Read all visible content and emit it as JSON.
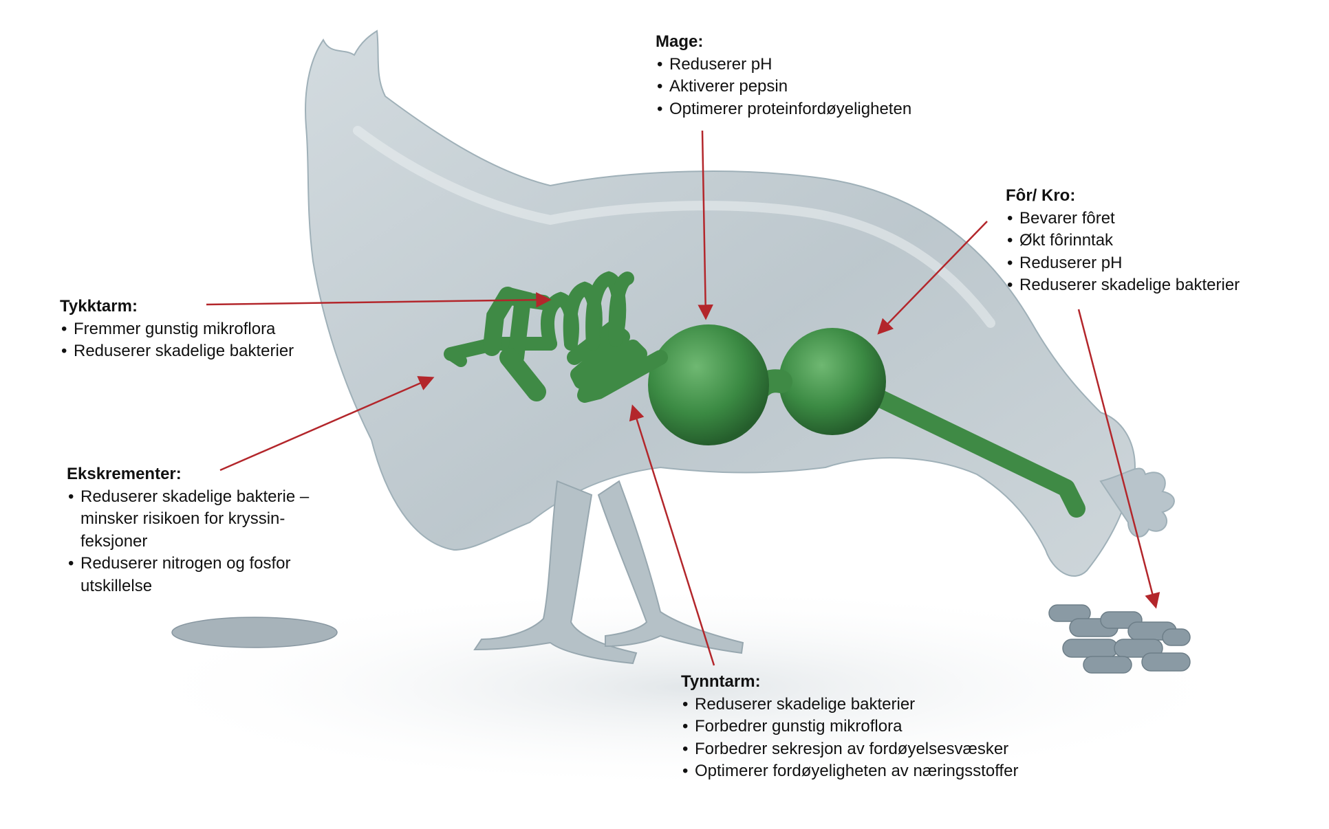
{
  "colors": {
    "arrow": "#b3262b",
    "organs": "#3f8a45",
    "body": "#b8c4cb"
  },
  "labels": {
    "mage": {
      "title": "Mage:",
      "items": [
        "Reduserer pH",
        "Aktiverer pepsin",
        "Optimerer proteinfordøyeligheten"
      ]
    },
    "for_kro": {
      "title": "Fôr/ Kro:",
      "items": [
        "Bevarer fôret",
        "Økt fôrinntak",
        "Reduserer pH",
        "Reduserer skadelige bakterier"
      ]
    },
    "tykktarm": {
      "title": "Tykktarm:",
      "items": [
        "Fremmer gunstig mikroflora",
        "Reduserer skadelige bakterier"
      ]
    },
    "ekskrementer": {
      "title": "Ekskrementer:",
      "items": [
        "Reduserer skadelige bakterie –\nminsker risikoen for kryssin-\nfeksjoner",
        "Reduserer nitrogen og fosfor\nutskillelse"
      ]
    },
    "tynntarm": {
      "title": "Tynntarm:",
      "items": [
        "Reduserer skadelige bakterier",
        "Forbedrer gunstig mikroflora",
        "Forbedrer sekresjon av fordøyelsesvæsker",
        "Optimerer fordøyeligheten av næringsstoffer"
      ]
    }
  }
}
